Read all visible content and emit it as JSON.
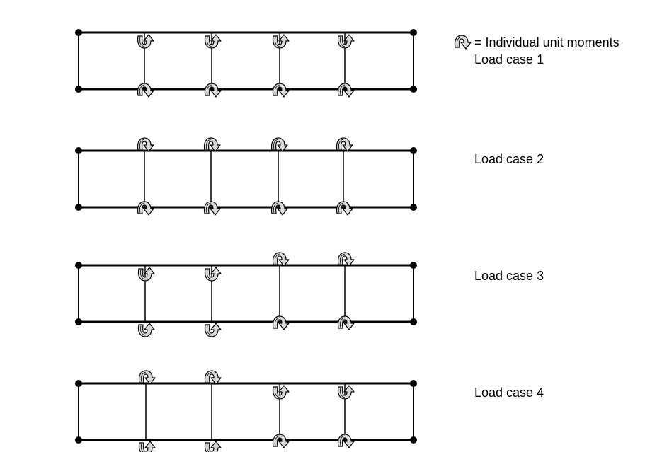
{
  "legend": {
    "text": "= Individual unit moments",
    "icon": "curved-arrow-moment-icon"
  },
  "colors": {
    "line": "#000000",
    "moment_fill": "#d9d9d9",
    "moment_stroke": "#000000"
  },
  "load_cases": [
    {
      "label": "Load case 1",
      "top_moments": [
        "down-right",
        "down-right",
        "down-right",
        "down-right"
      ],
      "bottom_moments": [
        "up-right",
        "up-right",
        "up-right",
        "up-right"
      ]
    },
    {
      "label": "Load case 2",
      "top_moments": [
        "up-right",
        "up-right",
        "up-right",
        "up-right"
      ],
      "bottom_moments": [
        "up-right",
        "up-right",
        "up-right",
        "up-right"
      ]
    },
    {
      "label": "Load case 3",
      "top_moments": [
        "down-right",
        "down-right",
        "up-right",
        "up-right"
      ],
      "bottom_moments": [
        "down-right",
        "down-right",
        "up-right",
        "up-right"
      ]
    },
    {
      "label": "Load case 4",
      "top_moments": [
        "up-right",
        "up-right",
        "down-right",
        "down-right"
      ],
      "bottom_moments": [
        "down-right",
        "down-right",
        "up-right",
        "up-right"
      ]
    }
  ]
}
